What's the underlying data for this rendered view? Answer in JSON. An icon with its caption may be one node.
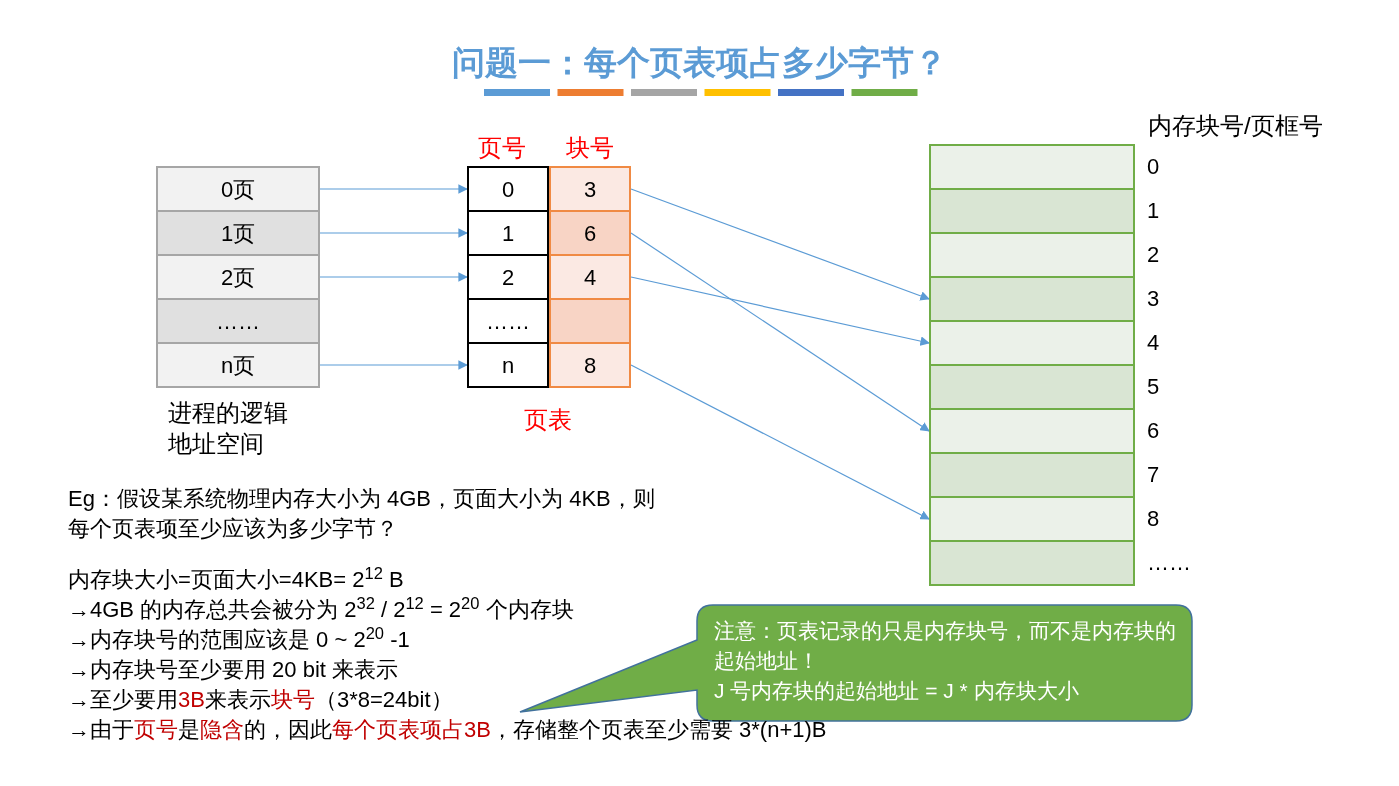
{
  "diagram": {
    "title": "问题一：每个页表项占多少字节？",
    "nodes": [
      {
        "text": [
          "0页"
        ]
      },
      {
        "text": [
          "1页"
        ]
      },
      {
        "text": [
          "2页"
        ]
      },
      {
        "text": [
          "……"
        ]
      },
      {
        "text": [
          "n页"
        ]
      },
      {
        "text": [
          "0"
        ]
      },
      {
        "text": [
          "1"
        ]
      },
      {
        "text": [
          "2"
        ]
      },
      {
        "text": [
          "……"
        ]
      },
      {
        "text": [
          "n"
        ]
      },
      {
        "text": [
          "3"
        ]
      },
      {
        "text": [
          "6"
        ]
      },
      {
        "text": [
          "4"
        ]
      },
      {
        "text": [],
        "shape": "box"
      },
      {
        "text": [
          "8"
        ]
      },
      {
        "text": [],
        "shape": "box",
        "beside": [
          "0"
        ]
      },
      {
        "text": [],
        "shape": "box",
        "beside": [
          "1"
        ]
      },
      {
        "text": [],
        "shape": "box",
        "beside": [
          "2"
        ]
      },
      {
        "text": [],
        "shape": "box",
        "beside": [
          "3"
        ]
      },
      {
        "text": [],
        "shape": "box",
        "beside": [
          "4"
        ]
      },
      {
        "text": [],
        "shape": "box",
        "beside": [
          "5"
        ]
      },
      {
        "text": [],
        "shape": "box",
        "beside": [
          "6"
        ]
      },
      {
        "text": [],
        "shape": "box",
        "beside": [
          "7"
        ]
      },
      {
        "text": [],
        "shape": "box",
        "beside": [
          "8"
        ]
      },
      {
        "text": [],
        "shape": "box",
        "beside": [
          "……"
        ]
      },
      {
        "text": [
          "注意：页表记录的只是内存块号，而不是内存块的起始地址！",
          "J 号内存块的起始地址 = J * 内存块大小"
        ]
      }
    ],
    "edges": [
      {
        "from": 0,
        "to": 5,
        "arrow": "to"
      },
      {
        "from": 1,
        "to": 6,
        "arrow": "to"
      },
      {
        "from": 2,
        "to": 7,
        "arrow": "to"
      },
      {
        "from": 4,
        "to": 9,
        "arrow": "to"
      },
      {
        "from": 10,
        "to": 18,
        "arrow": "to"
      },
      {
        "from": 11,
        "to": 21,
        "arrow": "to"
      },
      {
        "from": 12,
        "to": 19,
        "arrow": "to"
      },
      {
        "from": 14,
        "to": 23,
        "arrow": "to"
      }
    ],
    "labels": [
      "页号",
      "块号",
      "进程的逻辑地址空间",
      "页表",
      "内存块号/页框号",
      "Eg：假设某系统物理内存大小为 4GB，页面大小为 4KB，则每个页表项至少应该为多少字节？",
      "内存块大小=页面大小=4KB= 2$^{12}$ B",
      "→4GB 的内存总共会被分为 2$^{32}$ / 2$^{12}$ = 2$^{20}$ 个内存块",
      "→内存块号的范围应该是 0 ~ 2$^{20}$ -1",
      "→内存块号至少要用 20 bit 来表示",
      "→至少要用**3B**来表示**块号**（3*8=24bit）",
      "→由于**页号**是**隐含**的，因此**每个页表项占3B**，存储整个页表至少需要 3*(n+1)B"
    ]
  }
}
